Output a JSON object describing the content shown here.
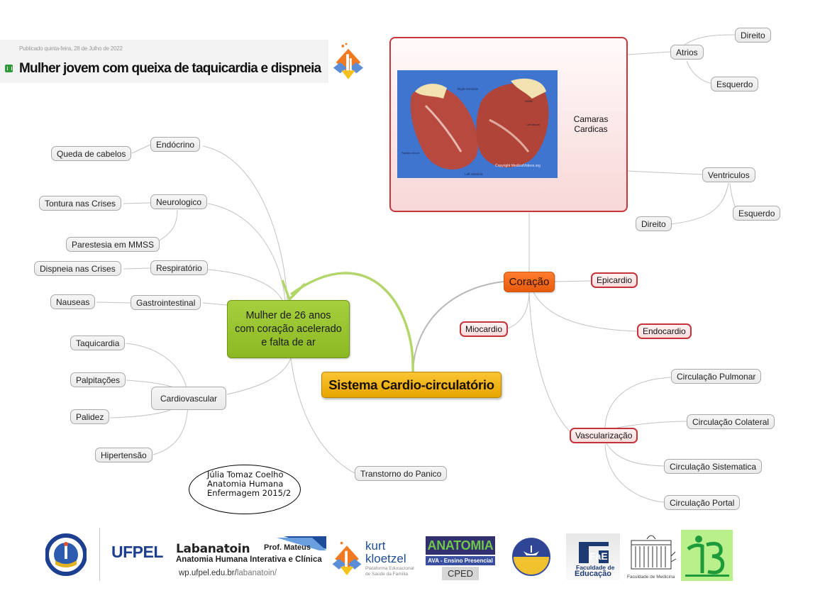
{
  "header": {
    "published": "Publicado quinta-feira, 28 de Julho de 2022",
    "title": "Mulher jovem com queixa de taquicardia e dispneia",
    "logo": "kurt-kloetzel-logo"
  },
  "central": {
    "label": "Sistema Cardio-circulatório",
    "color": "#f0b311"
  },
  "patient_node": {
    "label": "Mulher de 26 anos com coração acelerado e falta de ar",
    "color": "#9bc631",
    "branches": [
      {
        "label": "Endócrino",
        "children": [
          "Queda de cabelos"
        ]
      },
      {
        "label": "Neurologico",
        "children": [
          "Tontura nas Crises",
          "Parestesia em MMSS"
        ]
      },
      {
        "label": "Respiratório",
        "children": [
          "Dispneia nas Crises"
        ]
      },
      {
        "label": "Gastrointestinal",
        "children": [
          "Nauseas"
        ]
      },
      {
        "label": "Cardiovascular",
        "children": [
          "Taquicardia",
          "Palpitações",
          "Palidez",
          "Hipertensão"
        ]
      },
      {
        "label": "Transtorno do Panico",
        "children": []
      }
    ]
  },
  "heart_node": {
    "label": "Coração",
    "color": "#f26b1d",
    "layers": [
      "Epicardio",
      "Miocardio",
      "Endocardio"
    ],
    "chambers": {
      "label": "Camaras Cardicas",
      "image": "heart-dissection-photo",
      "image_caption": "Copyright MedicalVideos.org",
      "image_labels": [
        "Right Ventricle",
        "Aorta",
        "Left Atrium",
        "Left Ventricle",
        "Papillary Muscle"
      ],
      "atrios": {
        "label": "Atrios",
        "children": [
          "Direito",
          "Esquerdo"
        ]
      },
      "ventriculos": {
        "label": "Ventriculos",
        "children": [
          "Direito",
          "Esquerdo"
        ]
      }
    },
    "vascularizacao": {
      "label": "Vascularização",
      "children": [
        "Circulação Pulmonar",
        "Circulação Colateral",
        "Circulação Sistematica",
        "Circulação Portal"
      ]
    }
  },
  "author_note": [
    "Júlia Tomaz Coelho",
    "Anatomia Humana",
    "Enfermagem 2015/2"
  ],
  "footer": {
    "ufpel_seal": "ufpel-seal",
    "ufpel_word": "UFPEL",
    "labanatoin_title": "Labanatoin",
    "labanatoin_prof": "Prof. Mateus",
    "labanatoin_subtitle": "Anatomia Humana Interativa e Clínica",
    "labanatoin_url_host": "wp.ufpel.edu.br/",
    "labanatoin_url_path": "labanatoin/",
    "kurt_name_1": "kurt",
    "kurt_name_2": "kloetzel",
    "kurt_sub_1": "Plataforma Educacional",
    "kurt_sub_2": "de Saúde da Família",
    "anatomia": "ANATOMIA",
    "ava": "AVA - Ensino Presencial",
    "cped": "CPED",
    "nursing_seal": "faculdade-enfermagem-seal",
    "fae_logo": "FaE",
    "fae_1": "Faculdade de",
    "fae_2": "Educação",
    "medicina": "Faculdade de Medicina",
    "ib_logo": "IB"
  }
}
